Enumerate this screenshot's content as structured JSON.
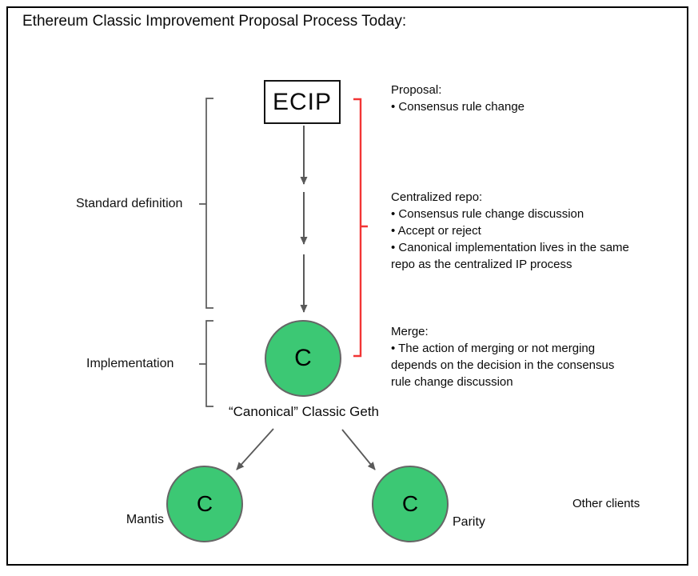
{
  "title": "Ethereum Classic Improvement Proposal Process Today:",
  "ecip_box": {
    "label": "ECIP"
  },
  "stage_labels": {
    "standard_definition": "Standard definition",
    "implementation": "Implementation"
  },
  "annotations": {
    "proposal": {
      "heading": "Proposal:",
      "lines": [
        "• Consensus rule change"
      ]
    },
    "centralized_repo": {
      "heading": "Centralized repo:",
      "lines": [
        "• Consensus rule change discussion",
        "• Accept or reject",
        "• Canonical implementation lives in the same",
        "repo as the centralized IP process"
      ]
    },
    "merge": {
      "heading": "Merge:",
      "lines": [
        "• The action of merging or not merging",
        "depends on the decision in the consensus",
        "rule change discussion"
      ]
    }
  },
  "nodes": {
    "canonical": {
      "letter": "C",
      "caption": "“Canonical” Classic Geth"
    },
    "mantis": {
      "letter": "C",
      "label": "Mantis"
    },
    "parity": {
      "letter": "C",
      "label": "Parity"
    }
  },
  "other_clients_label": "Other clients",
  "colors": {
    "node_green": "#3CC874",
    "node_border": "#666666",
    "arrow_gray": "#595959",
    "bracket_gray": "#595959",
    "bracket_red": "#F23535"
  }
}
